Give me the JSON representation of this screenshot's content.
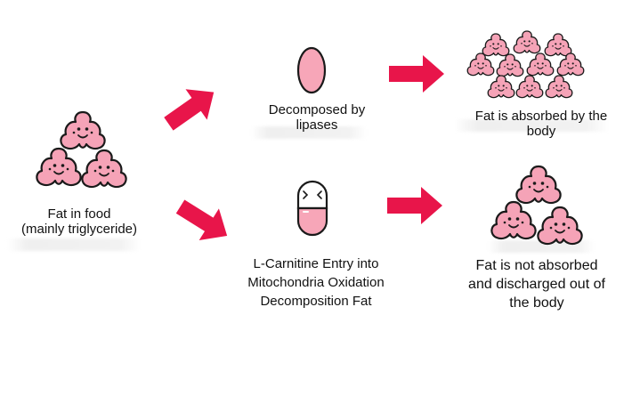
{
  "nodes": {
    "fat_in_food": {
      "lines": [
        "Fat in food",
        "(mainly triglyceride)"
      ]
    },
    "decomposed": {
      "lines": [
        "Decomposed by",
        "lipases"
      ]
    },
    "absorbed": {
      "lines": [
        "Fat is absorbed by the",
        "body"
      ]
    },
    "carnitine": {
      "lines": [
        "L-Carnitine Entry into",
        "Mitochondria Oxidation",
        "Decomposition Fat"
      ]
    },
    "not_absorbed": {
      "lines": [
        "Fat is not absorbed",
        "and discharged out of",
        "the body"
      ]
    }
  },
  "colors": {
    "arrow": "#e8154a",
    "blob_fill": "#f5a3b7",
    "blob_outline": "#1a1a1a",
    "lipase_fill": "#f7a6b8",
    "capsule_fill": "#f7a6b8"
  },
  "icons": {
    "fat_molecule": "fat-molecule-icon",
    "lipase": "lipase-enzyme-icon",
    "capsule": "l-carnitine-capsule-icon",
    "arrow": "arrow-icon"
  }
}
